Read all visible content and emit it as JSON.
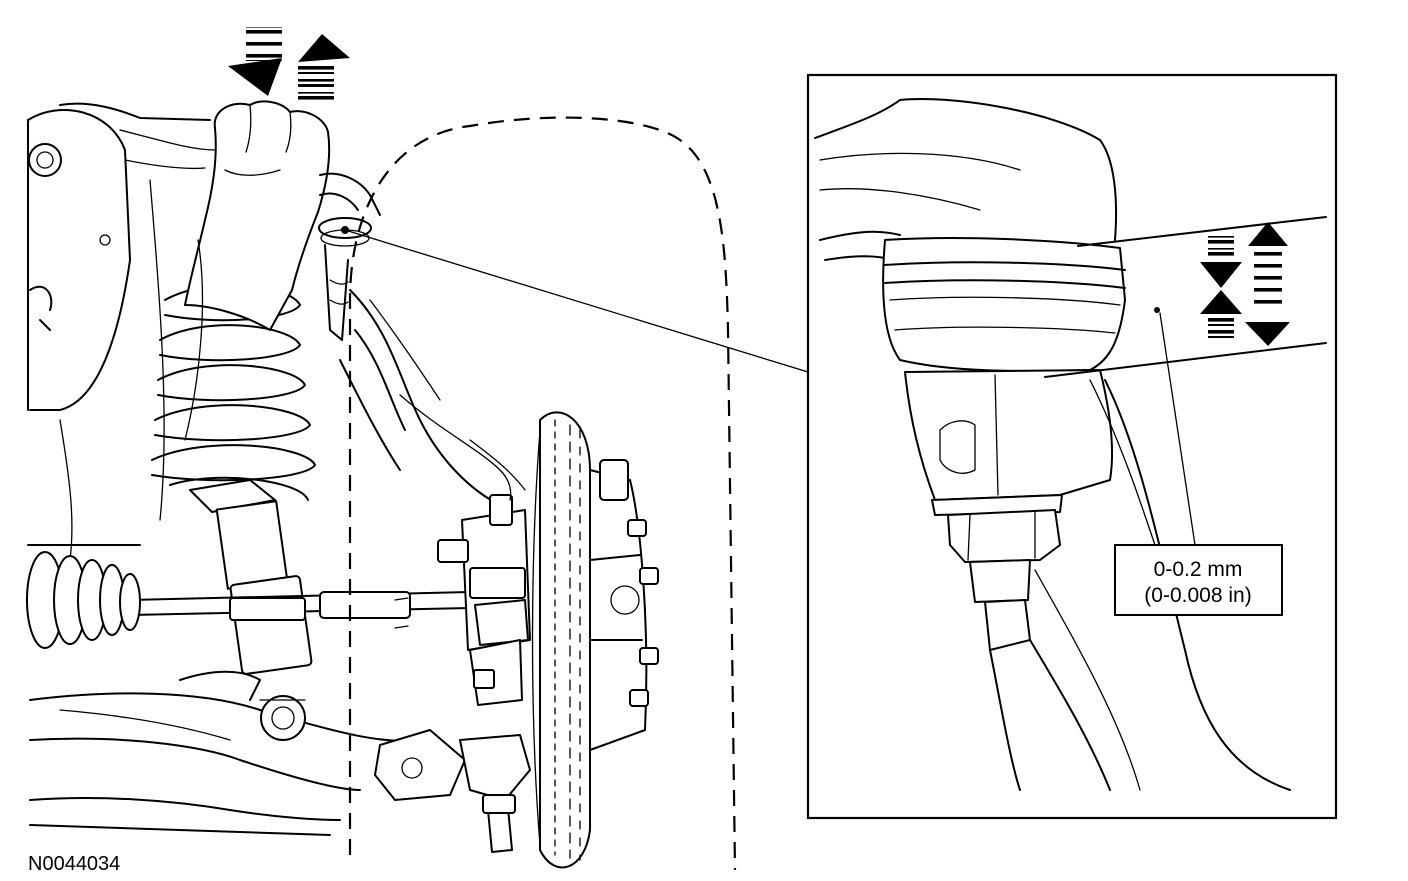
{
  "diagram": {
    "callout": {
      "line1": "0-0.2 mm",
      "line2": "(0-0.008 in)"
    },
    "figure_id": "N0044034",
    "colors": {
      "ink": "#000000",
      "paper": "#ffffff"
    },
    "icons": [
      "dashed-arrow-down-icon",
      "dashed-arrow-up-icon"
    ]
  }
}
